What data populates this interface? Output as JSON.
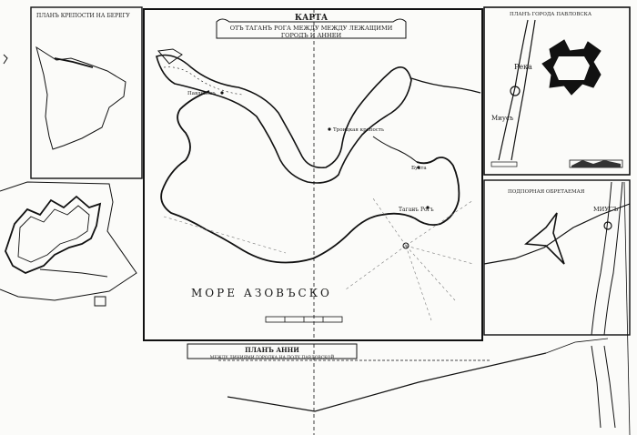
{
  "main_panel": {
    "title": "КАРТА",
    "subtitle_line1": "ОТЪ ТАГАНЪ РОГА МЕЖДУ МЕЖДУ ЛЕЖАЩИМИ",
    "subtitle_line2": "ГОРОДЪ И АННЕИ",
    "sea_label": "МОРЕ АЗОВЪСКО",
    "taganrog_label": "Таганъ Рогъ",
    "place_labels": [
      "Павловскъ",
      "Троицкая крепость",
      "Таганъ Рогъ",
      "Бухта"
    ]
  },
  "inset_top_left": {
    "title": "ПЛАНЪ КРЕПОСТИ НА БЕРЕГУ"
  },
  "inset_top_right": {
    "title": "ПЛАНЪ ГОРОДА ПАВЛОВСКА",
    "river_label": "Река",
    "mius_label": "Миусъ"
  },
  "inset_mid_right": {
    "title": "ПОДПОРНАЯ ОБРЕТАЕМАЯ",
    "mius_label": "МИУСЪ"
  },
  "bottom_panel": {
    "title": "ПЛАНЪ АННИ",
    "subtitle": "МЕЖДУ ЛИНИЯМИ ГОРОДКА НА ПОЛУ ПАВЛОВСКОЙ"
  },
  "colors": {
    "ink": "#111111",
    "paper": "#fbfbf9"
  }
}
